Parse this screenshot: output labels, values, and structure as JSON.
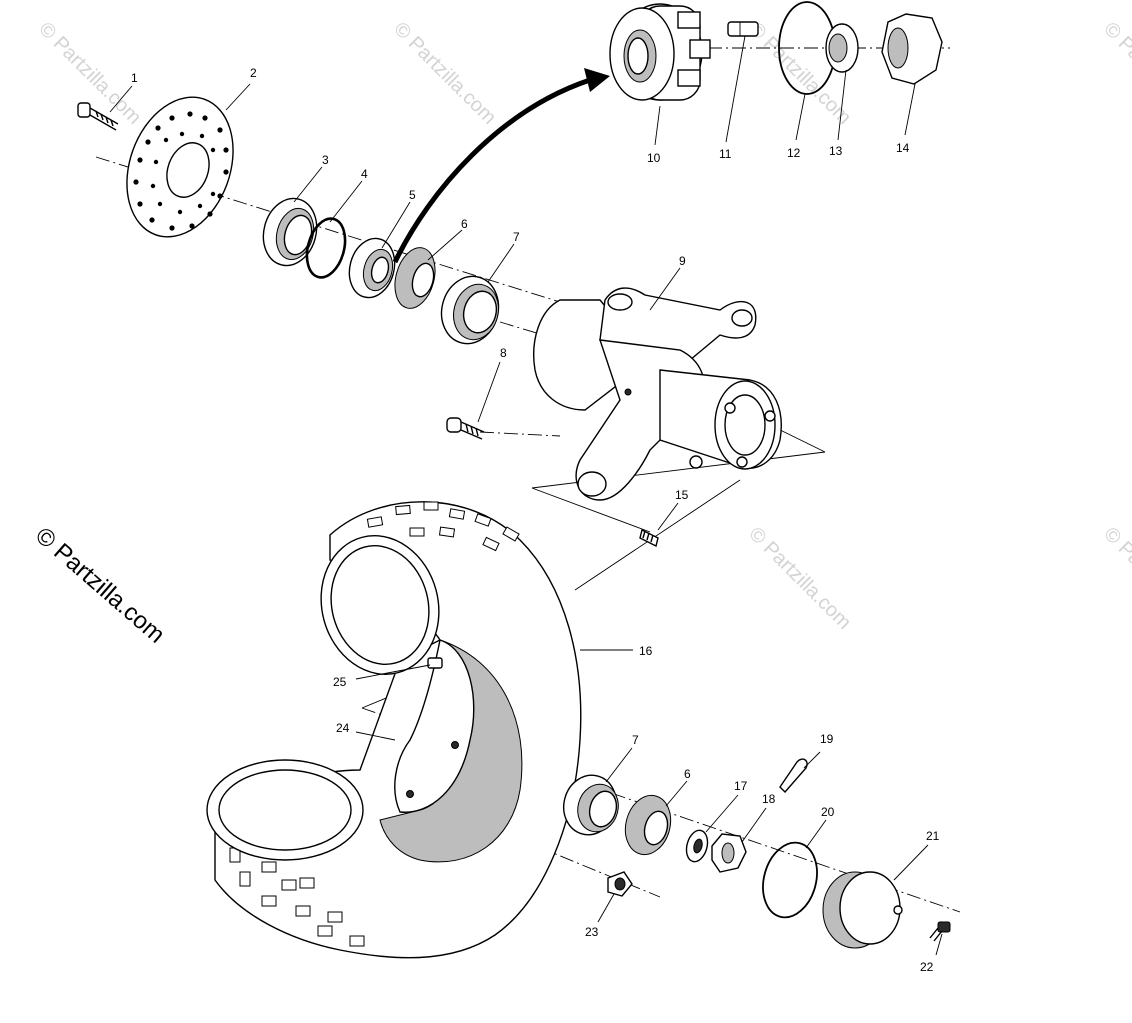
{
  "watermark": {
    "text": "© Partzilla.com",
    "color": "#d3d3d3"
  },
  "side_watermark": "© Partzilla.com",
  "callouts": [
    {
      "id": "1",
      "label": "1"
    },
    {
      "id": "2",
      "label": "2"
    },
    {
      "id": "3",
      "label": "3"
    },
    {
      "id": "4",
      "label": "4"
    },
    {
      "id": "5",
      "label": "5"
    },
    {
      "id": "6",
      "label": "6"
    },
    {
      "id": "7",
      "label": "7"
    },
    {
      "id": "8",
      "label": "8"
    },
    {
      "id": "9",
      "label": "9"
    },
    {
      "id": "10",
      "label": "10"
    },
    {
      "id": "11",
      "label": "11"
    },
    {
      "id": "12",
      "label": "12"
    },
    {
      "id": "13",
      "label": "13"
    },
    {
      "id": "14",
      "label": "14"
    },
    {
      "id": "15",
      "label": "15"
    },
    {
      "id": "16",
      "label": "16"
    },
    {
      "id": "17",
      "label": "17"
    },
    {
      "id": "18",
      "label": "18"
    },
    {
      "id": "19",
      "label": "19"
    },
    {
      "id": "20",
      "label": "20"
    },
    {
      "id": "21",
      "label": "21"
    },
    {
      "id": "22",
      "label": "22"
    },
    {
      "id": "23",
      "label": "23"
    },
    {
      "id": "24",
      "label": "24"
    },
    {
      "id": "25",
      "label": "25"
    },
    {
      "id": "6b",
      "label": "6"
    },
    {
      "id": "7b",
      "label": "7"
    }
  ],
  "colors": {
    "ink": "#000000",
    "stipple": "#bdbdbd",
    "background": "#ffffff"
  }
}
